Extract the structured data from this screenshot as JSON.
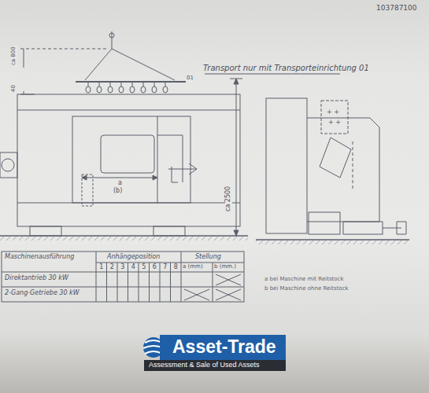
{
  "diagram": {
    "title": "Transport nur mit Transporteinrichtung 01",
    "nodes": [
      {
        "text": [
          "Asset-Trade",
          "Assessment & Sale of Used Assets"
        ]
      }
    ],
    "labels": [
      "103787100",
      "ca 800",
      "40",
      "01",
      "a",
      "(b)",
      "ca 2500",
      "Maschinenausführung",
      "Anhängeposition",
      "Stellung",
      "1",
      "2",
      "3",
      "4",
      "5",
      "6",
      "7",
      "8",
      "a (mm)",
      "b (mm.)",
      "Direktantrieb 30 kW",
      "2-Gang-Getriebe 30 kW",
      "a bei Maschine mit Reitstock",
      "b bei Maschine ohne Reitstock"
    ]
  }
}
